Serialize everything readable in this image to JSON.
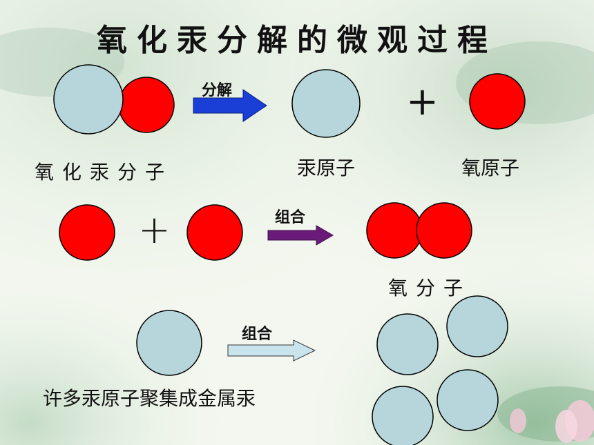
{
  "title": "氧化汞分解的微观过程",
  "steps": [
    {
      "arrow_label": "分解",
      "arrow_color": "#1a3fd6"
    },
    {
      "arrow_label": "组合",
      "arrow_color": "#6a1b7a"
    },
    {
      "arrow_label": "组合",
      "arrow_color": "#c9e4ec"
    }
  ],
  "labels": {
    "mercury_oxide_molecule": "氧化汞分子",
    "mercury_atom": "汞原子",
    "oxygen_atom": "氧原子",
    "oxygen_molecule": "氧分子",
    "metal_mercury": "许多汞原子聚集成金属汞"
  },
  "symbols": {
    "plus": "+"
  },
  "colors": {
    "mercury": "#b6d6dc",
    "oxygen": "#ff0000",
    "outline": "#000000"
  }
}
